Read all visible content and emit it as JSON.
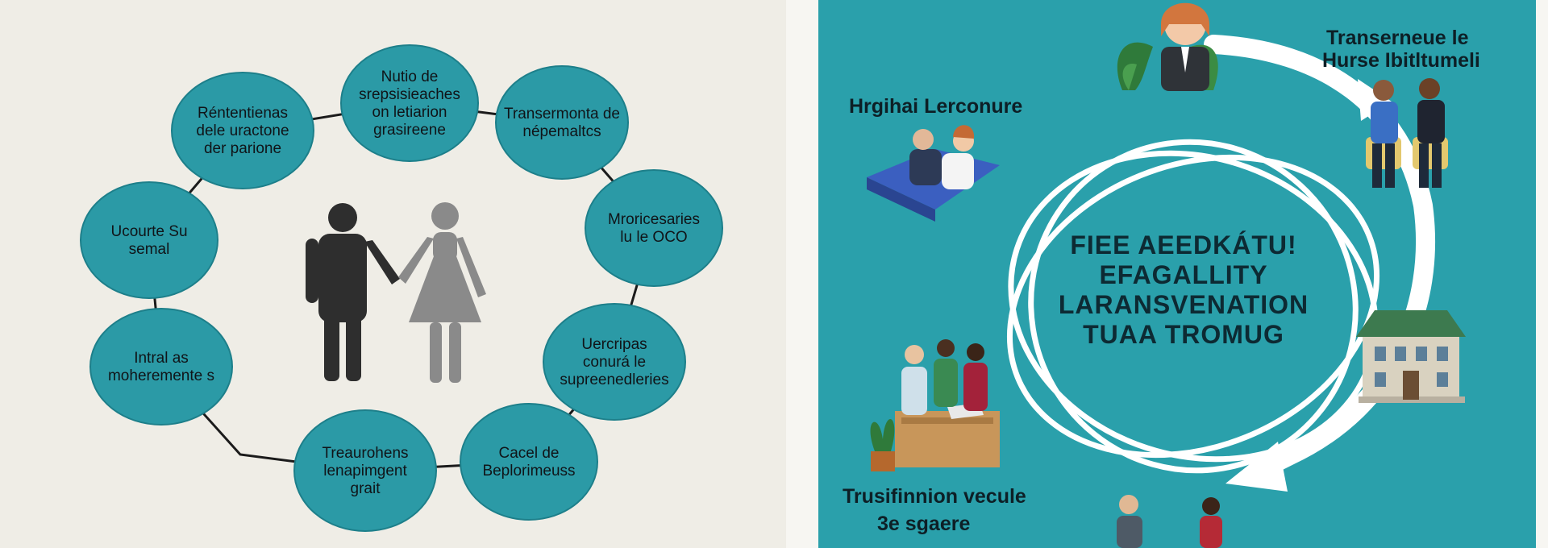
{
  "left_panel": {
    "nodes": [
      {
        "lines": [
          "Nutio de",
          "srepsisieaches",
          "on letiarion",
          "grasireene"
        ]
      },
      {
        "lines": [
          "Transermonta de",
          "népemaltcs"
        ]
      },
      {
        "lines": [
          "Mroricesaries",
          "lu le OCO"
        ]
      },
      {
        "lines": [
          "Uercripas",
          "conurá le",
          "supreenedleries"
        ]
      },
      {
        "lines": [
          "Cacel de",
          "Beplorimeuss"
        ]
      },
      {
        "lines": [
          "Treaurohens",
          "lenapimgent",
          "grait"
        ]
      },
      {
        "lines": [
          "Intral as",
          "moheremente s"
        ]
      },
      {
        "lines": [
          "Ucourte Su",
          "semal"
        ]
      },
      {
        "lines": [
          "Réntentienas",
          "dele uractone",
          "der parione"
        ]
      }
    ]
  },
  "right_panel": {
    "center_lines": [
      "FIEE AEEDKÁTU!",
      "EFAGALLITY",
      "LARANSVENATION",
      "TUAA TROMUG"
    ],
    "label_top_right": [
      "Transerneue le",
      "Hurse Ibitltumeli"
    ],
    "label_left": "Hrgihai Lerconure",
    "label_bottom": [
      "Trusifinnion vecule",
      "3e sgaere"
    ]
  },
  "colors": {
    "node_fill": "#2b9aa6",
    "node_stroke": "#1d7f8a",
    "right_bg": "#2aa0ab",
    "arrow": "#ffffff"
  }
}
